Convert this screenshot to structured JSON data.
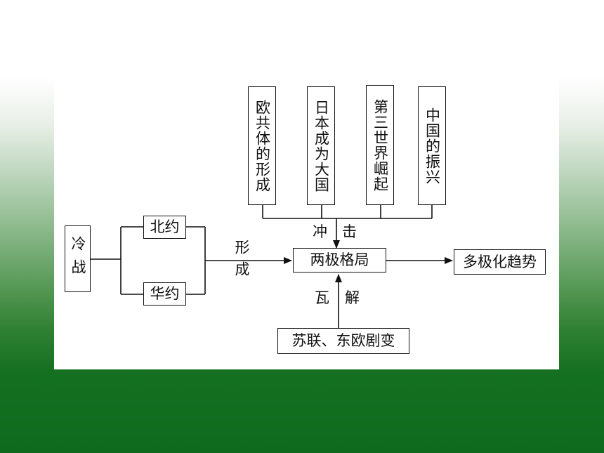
{
  "diagram": {
    "top_boxes": [
      {
        "label": "欧共体的形成"
      },
      {
        "label": "日本成为大国"
      },
      {
        "label": "第三世界崛起"
      },
      {
        "label": "中国的振兴"
      }
    ],
    "cold_war": "冷战",
    "nato": "北约",
    "warsaw": "华约",
    "form_label": "形成",
    "impact_label_left": "冲",
    "impact_label_right": "击",
    "collapse_label_left": "瓦",
    "collapse_label_right": "解",
    "bipolar": "两极格局",
    "multipolar": "多极化趋势",
    "soviet_collapse": "苏联、东欧剧变"
  }
}
